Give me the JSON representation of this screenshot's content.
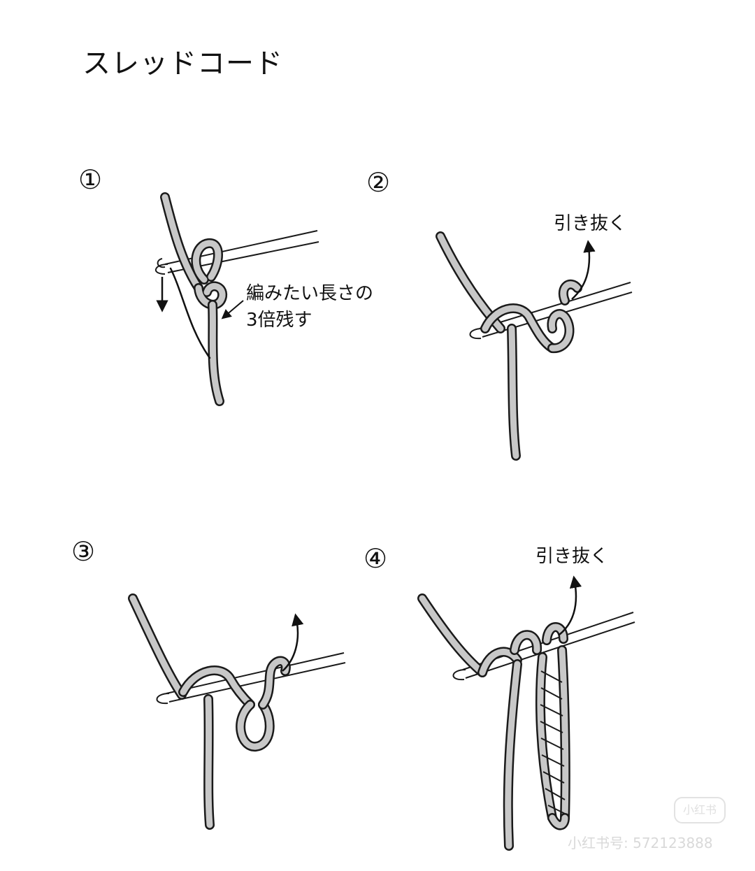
{
  "title": "スレッドコード",
  "colors": {
    "yarn": "#c8c8c8",
    "yarn_dark": "#9a9a9a",
    "outline": "#1a1a1a"
  },
  "steps": [
    {
      "number": "①",
      "note_lines": [
        "編みたい長さの",
        "3倍残す"
      ]
    },
    {
      "number": "②",
      "note": "引き抜く"
    },
    {
      "number": "③"
    },
    {
      "number": "④",
      "note": "引き抜く"
    }
  ],
  "watermark": {
    "logo": "小红书",
    "id": "小红书号: 572123888"
  }
}
